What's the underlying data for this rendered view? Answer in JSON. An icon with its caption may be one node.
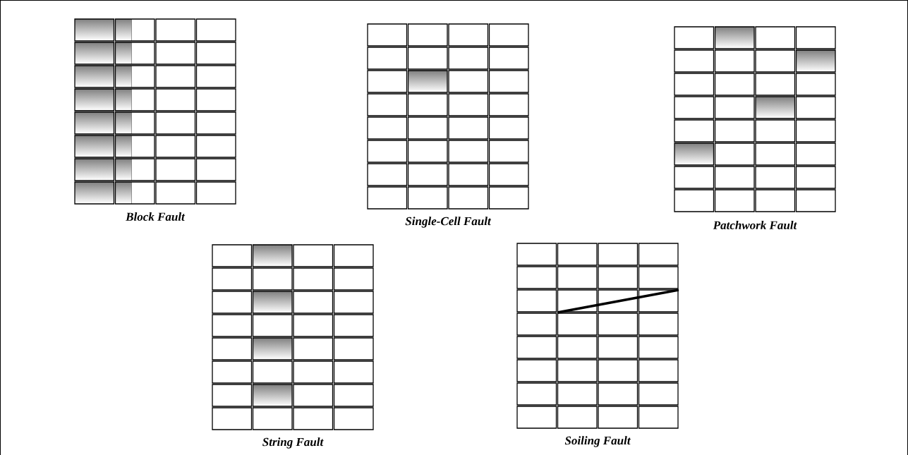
{
  "diagram": {
    "labels": [
      "Block Fault",
      "Single-Cell Fault",
      "Patchwork Fault",
      "String Fault",
      "Soiling Fault"
    ]
  }
}
